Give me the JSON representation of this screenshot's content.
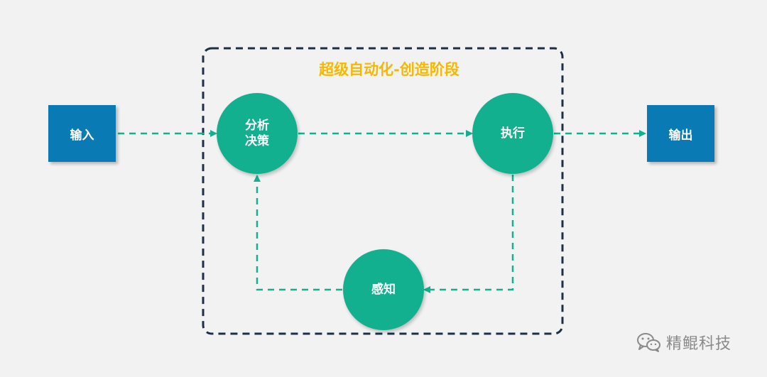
{
  "stage_title": "超级自动化-创造阶段",
  "nodes": {
    "input": "输入",
    "analysis": "分析决策",
    "execute": "执行",
    "perceive": "感知",
    "output": "输出"
  },
  "watermark": {
    "brand": "精鲲科技",
    "icon": "wechat-icon"
  },
  "colors": {
    "background": "#f2f2f2",
    "box": "#0a7ab5",
    "circle": "#12b08e",
    "arrow": "#12b08e",
    "frame": "#1c2f45",
    "title": "#f5b800"
  }
}
